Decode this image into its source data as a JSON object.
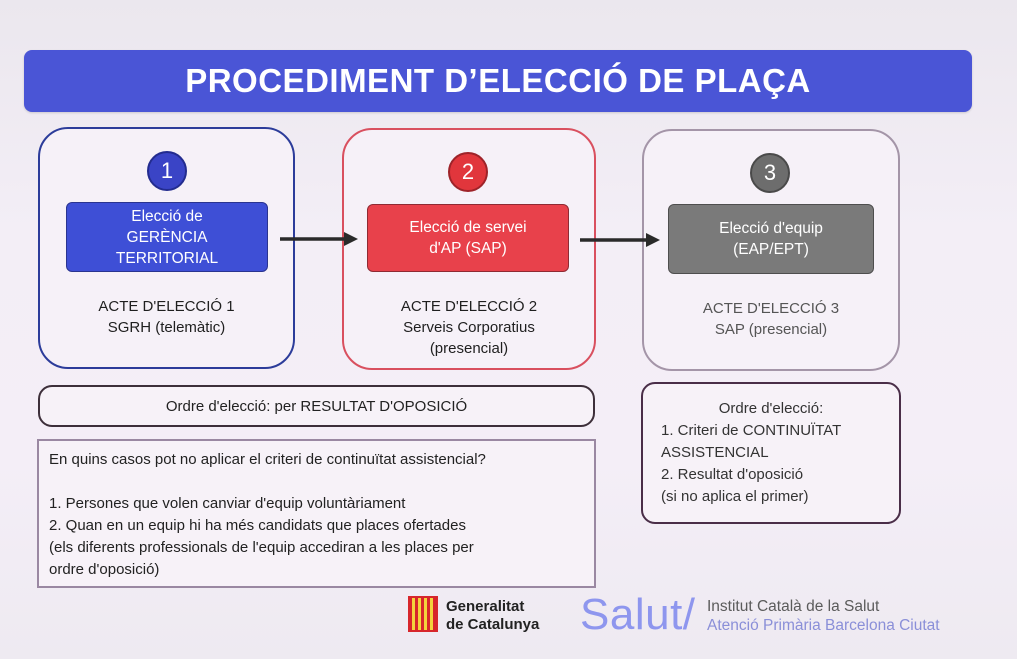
{
  "title": "PROCEDIMENT D’ELECCIÓ DE PLAÇA",
  "stages": [
    {
      "number": "1",
      "selection_lines": [
        "Elecció de",
        "GERÈNCIA",
        "TERRITORIAL"
      ],
      "acte_lines": [
        "ACTE D'ELECCIÓ 1",
        "SGRH (telemàtic)"
      ],
      "color": "#3e4fd6"
    },
    {
      "number": "2",
      "selection_lines": [
        "Elecció de servei",
        "d'AP (SAP)"
      ],
      "acte_lines": [
        "ACTE D'ELECCIÓ 2",
        "Serveis Corporatius",
        "(presencial)"
      ],
      "color": "#e8414b"
    },
    {
      "number": "3",
      "selection_lines": [
        "Elecció d'equip",
        "(EAP/EPT)"
      ],
      "acte_lines": [
        "ACTE D'ELECCIÓ 3",
        "SAP (presencial)"
      ],
      "color": "#7a7a7a"
    }
  ],
  "ordre_left": "Ordre d'elecció: per RESULTAT D'OPOSICIÓ",
  "ordre_right": {
    "heading": "Ordre d'elecció:",
    "lines": [
      "1. Criteri de CONTINUÏTAT",
      "ASSISTENCIAL",
      "2. Resultat d'oposició",
      "(si no aplica el primer)"
    ]
  },
  "casos": {
    "question": "En quins casos pot no aplicar el criteri de continuïtat assistencial?",
    "items": [
      "1. Persones que volen canviar d'equip voluntàriament",
      "2. Quan en un equip hi ha més candidats que places ofertades",
      "(els diferents professionals de l'equip accediran a les places per",
      "ordre d'oposició)"
    ]
  },
  "footer": {
    "gen_lines": [
      "Generalitat",
      "de Catalunya"
    ],
    "salut": "Salut/",
    "ics_line1": "Institut Català de la Salut",
    "ics_line2": "Atenció Primària Barcelona Ciutat"
  },
  "colors": {
    "title_bar": "#4a55d6",
    "stage1_border": "#2c3c9a",
    "stage2_border": "#d9505f",
    "stage3_border": "#a495a8",
    "salut": "#8e96ee"
  },
  "icons": [
    "generalitat-logo-icon",
    "arrow-right-icon"
  ]
}
